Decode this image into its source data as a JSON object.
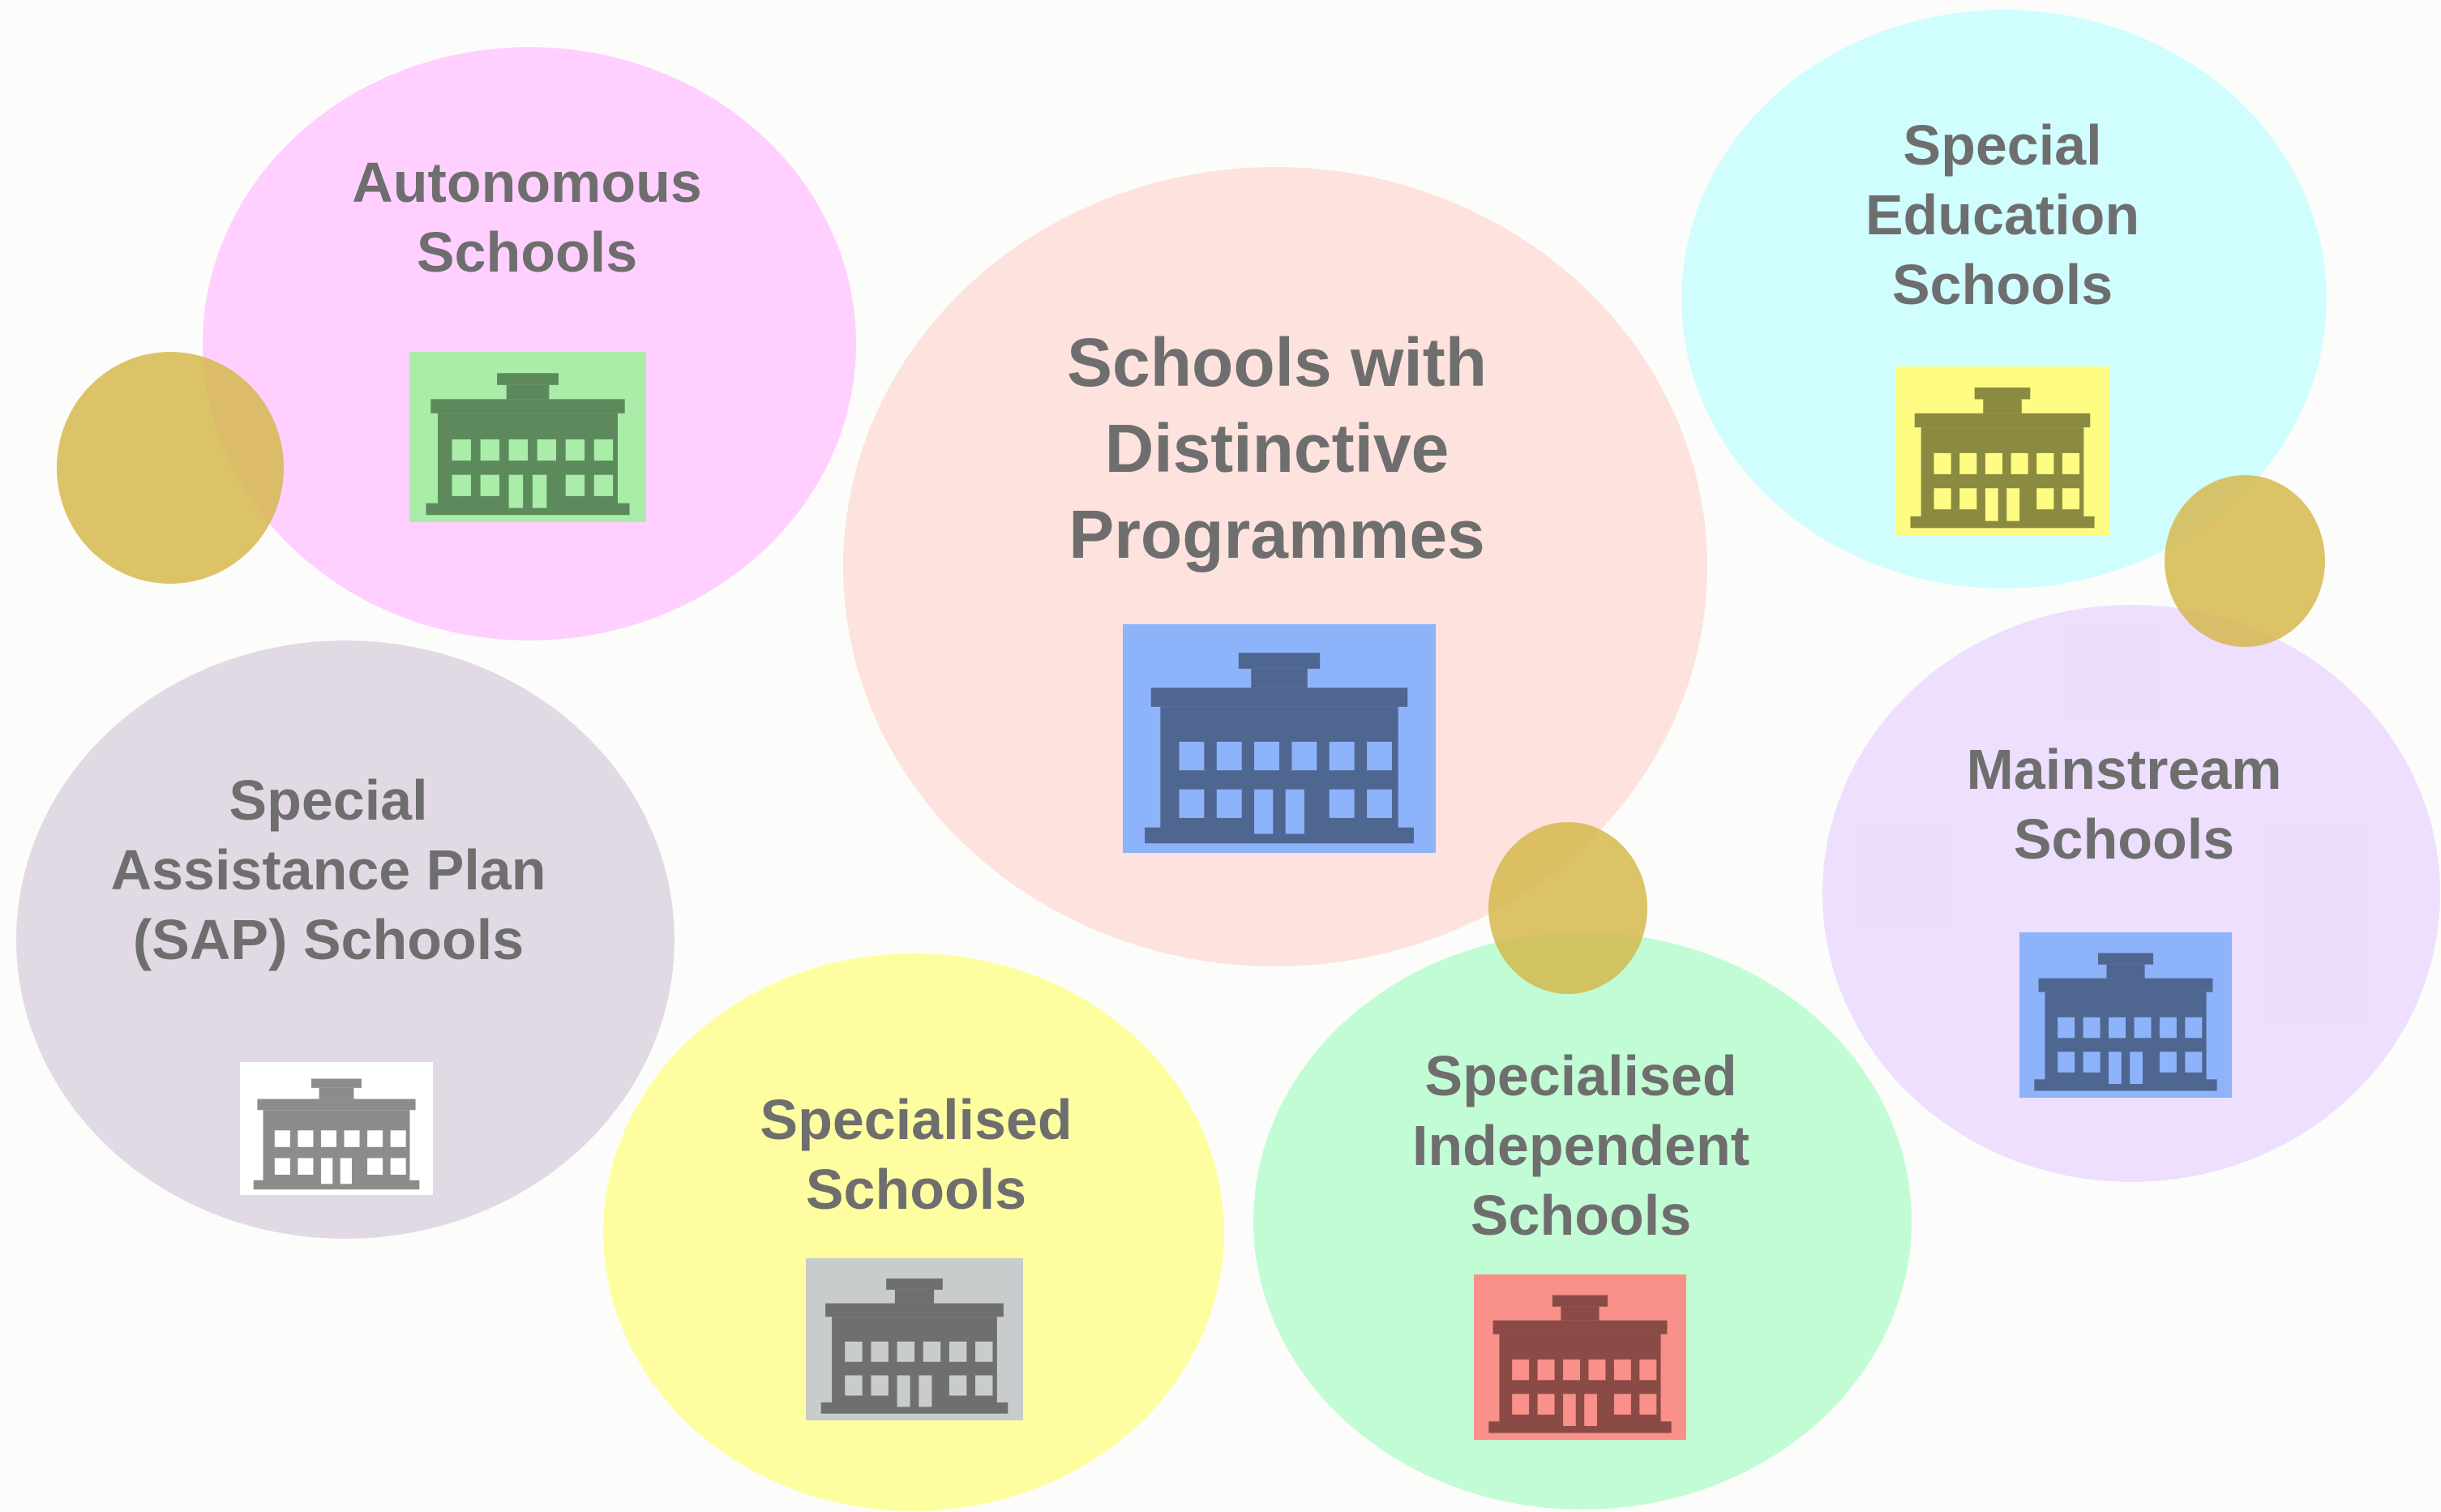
{
  "nodes": [
    {
      "id": "autonomous",
      "label": "Autonomous\nSchools",
      "bubble_color": "#ffccff",
      "icon": "school-building-icon",
      "icon_bg": "#a9eda9",
      "icon_fg": "#5c8a5c"
    },
    {
      "id": "distinctive",
      "label": "Schools with\nDistinctive\nProgrammes",
      "bubble_color": "#fde0da",
      "icon": "school-building-icon",
      "icon_bg": "#8db3fb",
      "icon_fg": "#4f6690"
    },
    {
      "id": "special-education",
      "label": "Special\nEducation\nSchools",
      "bubble_color": "#ccfeff",
      "icon": "school-building-icon",
      "icon_bg": "#fffc83",
      "icon_fg": "#8a8a40"
    },
    {
      "id": "sap",
      "label": "Special\nAssistance Plan\n(SAP) Schools",
      "bubble_color": "#ded7e3",
      "icon": "school-building-icon",
      "icon_bg": "#ffffff",
      "icon_fg": "#8c8c8c"
    },
    {
      "id": "specialised",
      "label": "Specialised\nSchools",
      "bubble_color": "#fefe99",
      "icon": "school-building-icon",
      "icon_bg": "#c9cccc",
      "icon_fg": "#6f6f6f"
    },
    {
      "id": "specialised-independent",
      "label": "Specialised\nIndependent\nSchools",
      "bubble_color": "#bdfcd1",
      "icon": "school-building-icon",
      "icon_bg": "#f9908a",
      "icon_fg": "#8a4a46"
    },
    {
      "id": "mainstream",
      "label": "Mainstream\nSchools",
      "bubble_color": "#ebdcfd",
      "icon": "school-building-icon",
      "icon_bg": "#8db3fb",
      "icon_fg": "#4f6690"
    }
  ],
  "accent_dot_color": "#d4b648",
  "label_color": "#6e6e6e"
}
